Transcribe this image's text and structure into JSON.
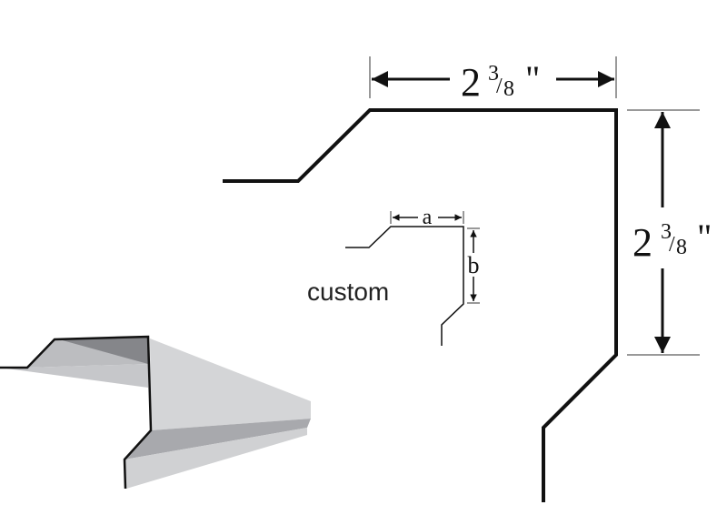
{
  "dimensions": {
    "width": {
      "whole": "2",
      "numerator": "3",
      "denominator": "8",
      "unit": "\""
    },
    "height": {
      "whole": "2",
      "numerator": "3",
      "denominator": "8",
      "unit": "\""
    }
  },
  "custom": {
    "label": "custom",
    "dim_a": "a",
    "dim_b": "b"
  },
  "colors": {
    "line": "#111111",
    "face_light": "#d4d5d7",
    "face_mid": "#bcbdc0",
    "face_dark": "#85868a"
  }
}
